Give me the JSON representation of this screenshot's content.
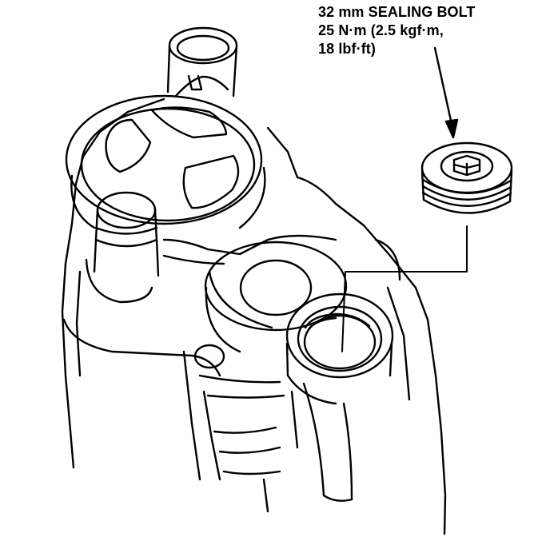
{
  "callout": {
    "line1": "32 mm SEALING BOLT",
    "line2": "25 N·m (2.5 kgf·m,",
    "line3": "18 lbf·ft)"
  },
  "colors": {
    "ink": "#000000",
    "paper": "#ffffff"
  }
}
